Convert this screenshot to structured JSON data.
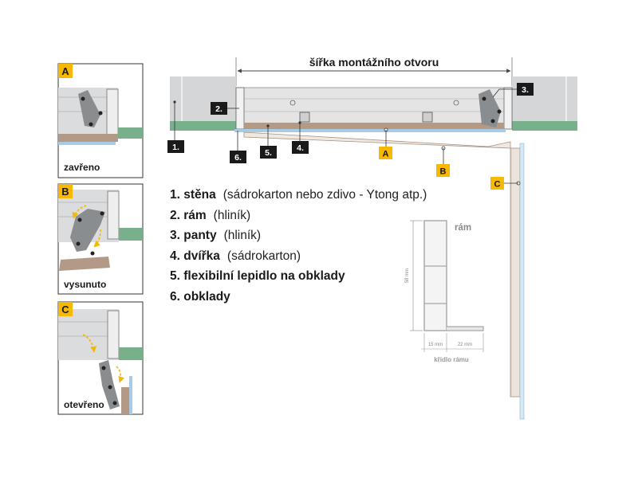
{
  "diagram": {
    "width_label": "šířka montážního otvoru",
    "callouts": [
      "2.",
      "1.",
      "6.",
      "5.",
      "4.",
      "3."
    ],
    "points": [
      "A",
      "B",
      "C"
    ]
  },
  "states": [
    {
      "letter": "A",
      "label": "zavřeno"
    },
    {
      "letter": "B",
      "label": "vysunuto"
    },
    {
      "letter": "C",
      "label": "otevřeno"
    }
  ],
  "legend": [
    {
      "item": "1. stěna",
      "note": "(sádrokarton nebo zdivo - Ytong atp.)"
    },
    {
      "item": "2. rám",
      "note": "(hliník)"
    },
    {
      "item": "3. panty",
      "note": "(hliník)"
    },
    {
      "item": "4. dvířka",
      "note": "(sádrokarton)"
    },
    {
      "item": "5. flexibilní lepidlo na obklady",
      "note": ""
    },
    {
      "item": "6. obklady",
      "note": ""
    }
  ],
  "profile": {
    "label": "rám",
    "height_dim": "58 mm",
    "dim_left": "15 mm",
    "dim_right": "22 mm",
    "caption": "křídlo rámu"
  },
  "colors": {
    "wall": "#d4d6d8",
    "frame": "#e4e4e4",
    "green": "#78b08c",
    "door": "#b39a87",
    "tile": "#a8cce6",
    "badge": "#f6b800",
    "callout": "#1a1a1a"
  }
}
